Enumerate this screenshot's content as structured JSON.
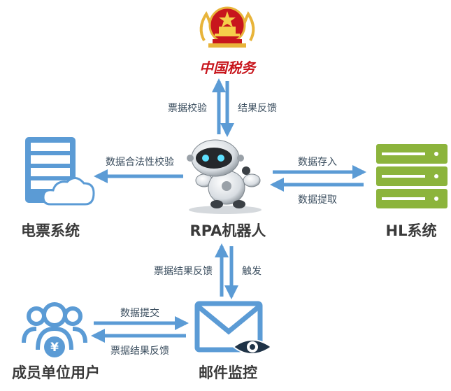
{
  "nodes": {
    "tax": "中国税务",
    "e_invoice": "电票系统",
    "rpa": "RPA机器人",
    "hl": "HL系统",
    "member": "成员单位用户",
    "mail": "邮件监控"
  },
  "edges": {
    "rpa_to_tax": "票据校验",
    "tax_to_rpa": "结果反馈",
    "rpa_to_einvoice": "数据合法性校验",
    "rpa_to_hl": "数据存入",
    "hl_to_rpa": "数据提取",
    "rpa_to_mail": "票据结果反馈",
    "mail_to_rpa": "触发",
    "member_to_mail": "数据提交",
    "mail_to_member": "票据结果反馈"
  },
  "colors": {
    "arrow": "#5b9bd5",
    "server_blue": "#5b9bd5",
    "server_green": "#8cb43c",
    "tax_red": "#c8161d",
    "tax_gold": "#e8b43a"
  },
  "icons": {
    "tax": "tax-emblem-icon",
    "e_invoice": "server-cloud-icon",
    "rpa": "robot-icon",
    "hl": "server-icon",
    "member": "users-yuan-icon",
    "mail": "envelope-eye-icon"
  }
}
